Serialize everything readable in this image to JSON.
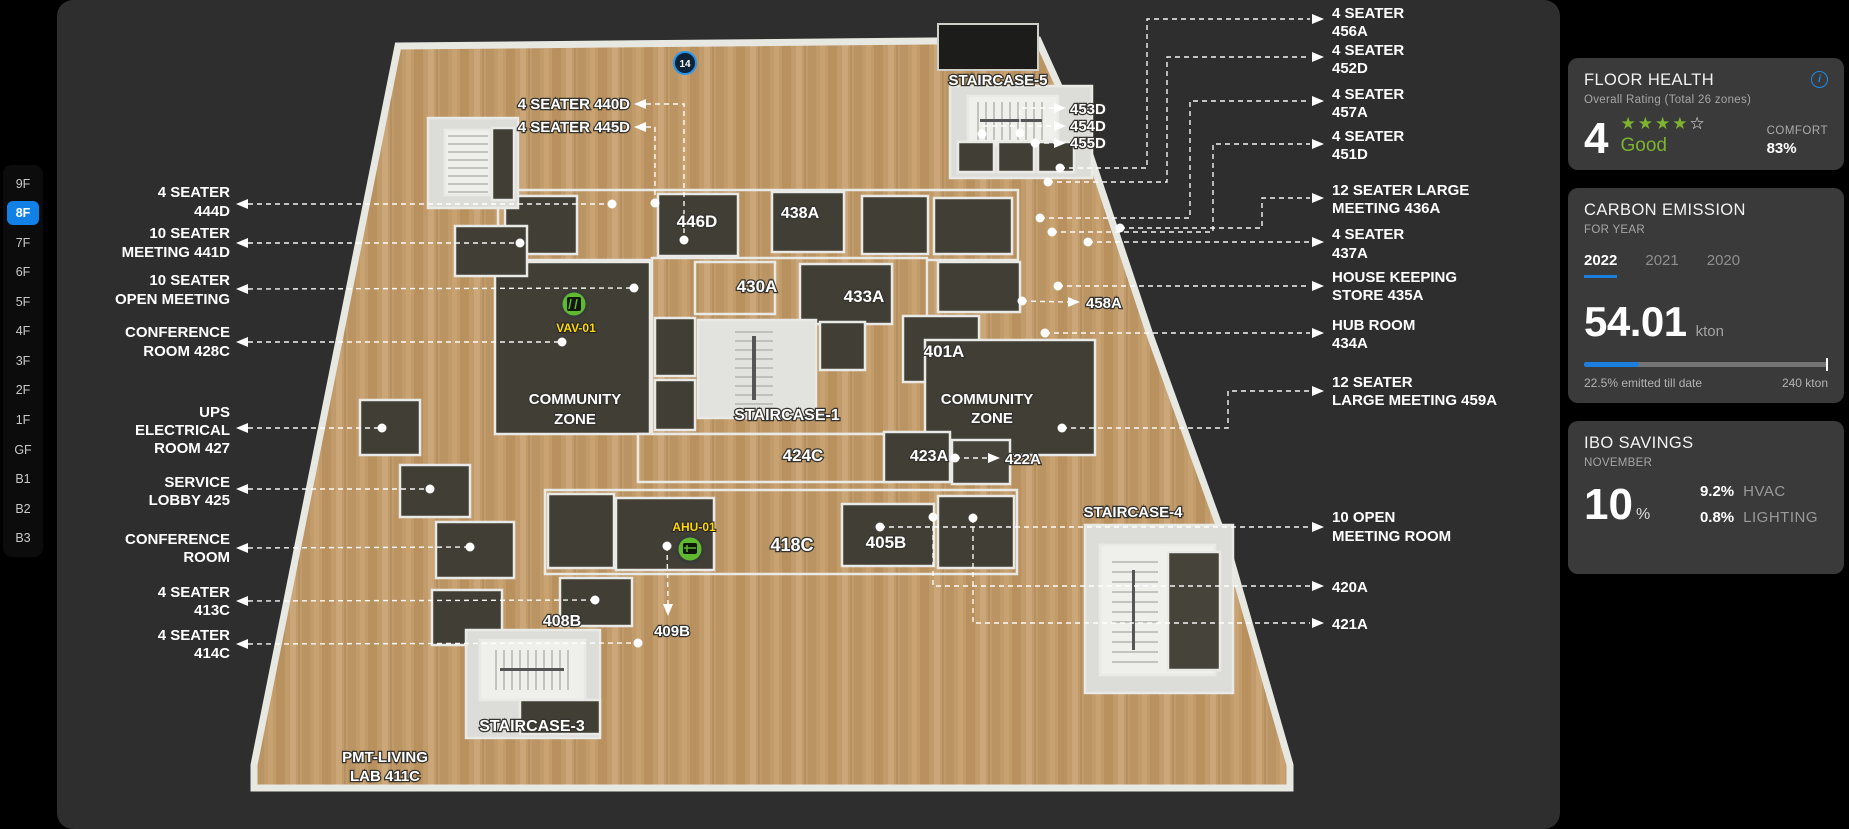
{
  "floor_rail": {
    "floors": [
      "9F",
      "8F",
      "7F",
      "6F",
      "5F",
      "4F",
      "3F",
      "2F",
      "1F",
      "GF",
      "B1",
      "B2",
      "B3"
    ],
    "selected": "8F"
  },
  "map": {
    "badge_count": "14",
    "devices": [
      {
        "label": "VAV-01"
      },
      {
        "label": "AHU-01"
      }
    ],
    "plan_labels": {
      "staircase_5": "STAIRCASE-5",
      "seater_440d": "4 SEATER 440D",
      "seater_445d": "4 SEATER 445D",
      "r453d": "453D",
      "r454d": "454D",
      "r455d": "455D",
      "r446d": "446D",
      "r438a": "438A",
      "r430a": "430A",
      "r433a": "433A",
      "r401a": "401A",
      "r458a": "458A",
      "r422a": "422A",
      "community": "COMMUNITY",
      "zone": "ZONE",
      "staircase_1": "STAIRCASE-1",
      "r424c": "424C",
      "r423a": "423A",
      "r418c": "418C",
      "r405b": "405B",
      "staircase_4": "STAIRCASE-4",
      "r408b": "408B",
      "r409b": "409B",
      "staircase_3": "STAIRCASE-3",
      "pmt_line1": "PMT-LIVING",
      "pmt_line2": "LAB 411C"
    }
  },
  "left_callouts": [
    {
      "lines": [
        "4 SEATER",
        "444D"
      ]
    },
    {
      "lines": [
        "10 SEATER",
        "MEETING 441D"
      ]
    },
    {
      "lines": [
        "10 SEATER",
        "OPEN MEETING"
      ]
    },
    {
      "lines": [
        "CONFERENCE",
        "ROOM 428C"
      ]
    },
    {
      "lines": [
        "UPS",
        "ELECTRICAL",
        "ROOM 427"
      ]
    },
    {
      "lines": [
        "SERVICE",
        "LOBBY 425"
      ]
    },
    {
      "lines": [
        "CONFERENCE",
        "ROOM"
      ]
    },
    {
      "lines": [
        "4 SEATER",
        "413C"
      ]
    },
    {
      "lines": [
        "4 SEATER",
        "414C"
      ]
    }
  ],
  "right_callouts": [
    {
      "lines": [
        "4 SEATER",
        "456A"
      ]
    },
    {
      "lines": [
        "4 SEATER",
        "452D"
      ]
    },
    {
      "lines": [
        "4 SEATER",
        "457A"
      ]
    },
    {
      "lines": [
        "4 SEATER",
        "451D"
      ]
    },
    {
      "lines": [
        "12 SEATER LARGE",
        "MEETING 436A"
      ]
    },
    {
      "lines": [
        "4 SEATER",
        "437A"
      ]
    },
    {
      "lines": [
        "HOUSE KEEPING",
        "STORE 435A"
      ]
    },
    {
      "lines": [
        "HUB ROOM",
        "434A"
      ]
    },
    {
      "lines": [
        "12 SEATER",
        "LARGE MEETING 459A"
      ]
    },
    {
      "lines": [
        "10 OPEN",
        "MEETING ROOM"
      ]
    },
    {
      "lines": [
        "420A"
      ]
    },
    {
      "lines": [
        "421A"
      ]
    }
  ],
  "panels": {
    "floor_health": {
      "title": "FLOOR HEALTH",
      "subtitle": "Overall Rating (Total 26 zones)",
      "rating": "4",
      "stars_filled_display": "★★★★",
      "star_empty_display": "☆",
      "rating_text": "Good",
      "comfort_label": "COMFORT",
      "comfort_value": "83%",
      "info_icon_glyph": "i"
    },
    "carbon_emission": {
      "title": "CARBON EMISSION",
      "subtitle": "FOR YEAR",
      "years": [
        "2022",
        "2021",
        "2020"
      ],
      "selected_year": "2022",
      "value": "54.01",
      "unit": "kton",
      "progress_pct": "22.5",
      "fill_style": "width:22.5%",
      "progress_label": "22.5% emitted till date",
      "max_label": "240 kton"
    },
    "ibo_savings": {
      "title": "IBO SAVINGS",
      "subtitle": "NOVEMBER",
      "value": "10",
      "unit": "%",
      "breakdown": [
        {
          "value": "9.2%",
          "label": "HVAC"
        },
        {
          "value": "0.8%",
          "label": "LIGHTING"
        }
      ]
    }
  },
  "colors": {
    "accent_blue": "#1b7fe0",
    "good_green": "#7db32f",
    "device_green": "#5fba2f",
    "device_label_yellow": "#ffd800",
    "selected_floor_blue": "#1181e8"
  }
}
